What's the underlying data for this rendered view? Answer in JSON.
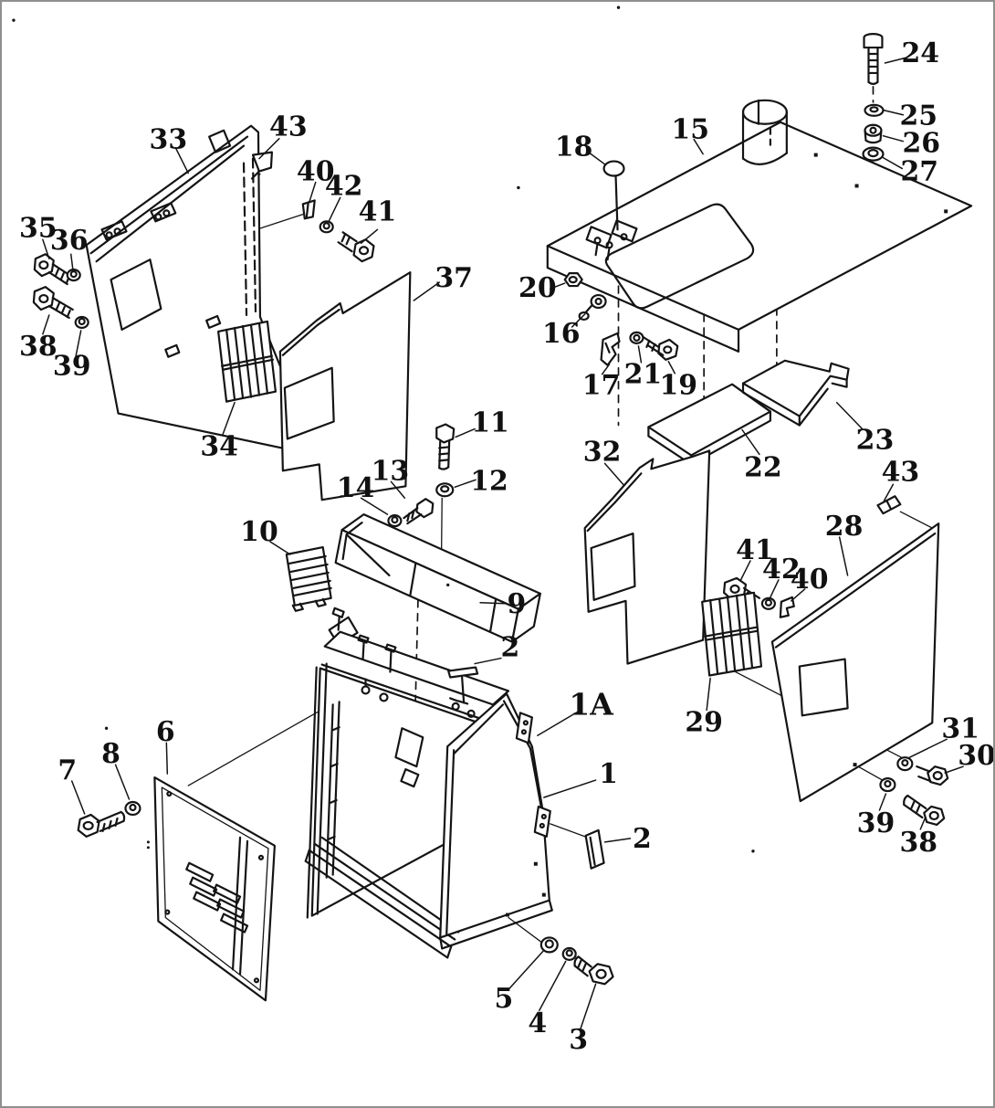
{
  "figure": {
    "type": "exploded-parts-diagram",
    "description": "Black-and-white exploded view line drawing of a machine cover / housing assembly with numbered part callouts",
    "background_color": "#ffffff",
    "line_color": "#141414",
    "border_color": "#8f8f8f",
    "visible_part_numbers": [
      "1",
      "1A",
      "2",
      "3",
      "4",
      "5",
      "6",
      "7",
      "8",
      "9",
      "10",
      "11",
      "12",
      "13",
      "14",
      "15",
      "16",
      "17",
      "18",
      "19",
      "20",
      "21",
      "22",
      "23",
      "24",
      "25",
      "26",
      "27",
      "28",
      "29",
      "30",
      "31",
      "32",
      "33",
      "34",
      "35",
      "36",
      "37",
      "38",
      "39",
      "40",
      "41",
      "42",
      "43"
    ]
  },
  "callouts": {
    "c33": {
      "label": "33"
    },
    "c43a": {
      "label": "43"
    },
    "c40a": {
      "label": "40"
    },
    "c42a": {
      "label": "42"
    },
    "c41a": {
      "label": "41"
    },
    "c35": {
      "label": "35"
    },
    "c36": {
      "label": "36"
    },
    "c38a": {
      "label": "38"
    },
    "c39a": {
      "label": "39"
    },
    "c37": {
      "label": "37"
    },
    "c34": {
      "label": "34"
    },
    "c18": {
      "label": "18"
    },
    "c15": {
      "label": "15"
    },
    "c24": {
      "label": "24"
    },
    "c25": {
      "label": "25"
    },
    "c26": {
      "label": "26"
    },
    "c27": {
      "label": "27"
    },
    "c20": {
      "label": "20"
    },
    "c16": {
      "label": "16"
    },
    "c17": {
      "label": "17"
    },
    "c21": {
      "label": "21"
    },
    "c19": {
      "label": "19"
    },
    "c22": {
      "label": "22"
    },
    "c23": {
      "label": "23"
    },
    "c32": {
      "label": "32"
    },
    "c43b": {
      "label": "43"
    },
    "c28": {
      "label": "28"
    },
    "c11": {
      "label": "11"
    },
    "c12": {
      "label": "12"
    },
    "c13": {
      "label": "13"
    },
    "c14": {
      "label": "14"
    },
    "c10": {
      "label": "10"
    },
    "c9": {
      "label": "9"
    },
    "c41b": {
      "label": "41"
    },
    "c42b": {
      "label": "42"
    },
    "c40b": {
      "label": "40"
    },
    "c2a": {
      "label": "2"
    },
    "c1a": {
      "label": "1A"
    },
    "c1": {
      "label": "1"
    },
    "c2b": {
      "label": "2"
    },
    "c6": {
      "label": "6"
    },
    "c8": {
      "label": "8"
    },
    "c7": {
      "label": "7"
    },
    "c29": {
      "label": "29"
    },
    "c31": {
      "label": "31"
    },
    "c30": {
      "label": "30"
    },
    "c39b": {
      "label": "39"
    },
    "c38b": {
      "label": "38"
    },
    "c5": {
      "label": "5"
    },
    "c4": {
      "label": "4"
    },
    "c3": {
      "label": "3"
    }
  }
}
